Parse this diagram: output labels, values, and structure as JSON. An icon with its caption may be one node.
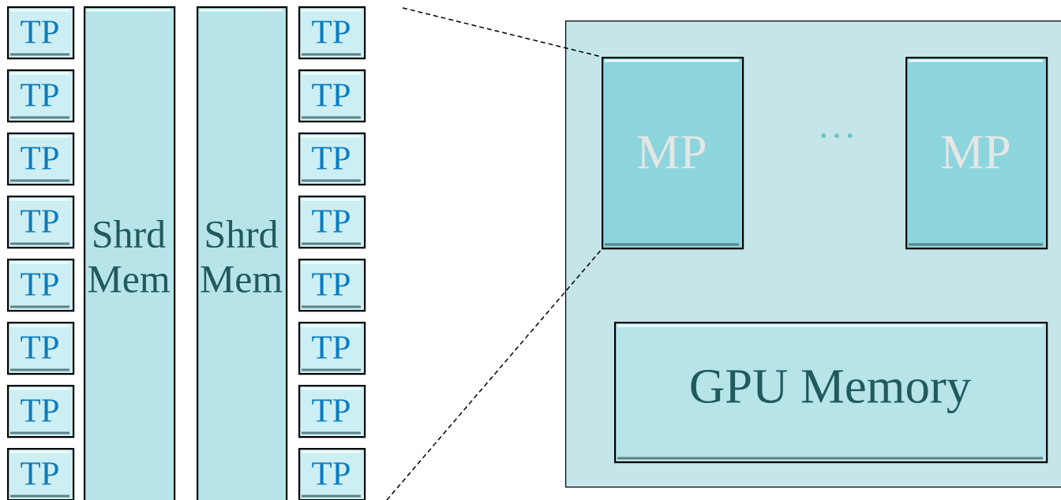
{
  "diagram": {
    "nodes": [
      {
        "text": [
          "TP"
        ]
      },
      {
        "text": [
          "TP"
        ]
      },
      {
        "text": [
          "TP"
        ]
      },
      {
        "text": [
          "TP"
        ]
      },
      {
        "text": [
          "TP"
        ]
      },
      {
        "text": [
          "TP"
        ]
      },
      {
        "text": [
          "TP"
        ]
      },
      {
        "text": [
          "TP"
        ]
      },
      {
        "text": [
          "Shrd Mem"
        ]
      },
      {
        "text": [
          "Shrd Mem"
        ]
      },
      {
        "text": [
          "TP"
        ]
      },
      {
        "text": [
          "TP"
        ]
      },
      {
        "text": [
          "TP"
        ]
      },
      {
        "text": [
          "TP"
        ]
      },
      {
        "text": [
          "TP"
        ]
      },
      {
        "text": [
          "TP"
        ]
      },
      {
        "text": [
          "TP"
        ]
      },
      {
        "text": [
          "TP"
        ]
      },
      {
        "text": [],
        "shape": "box"
      },
      {
        "text": [
          "MP"
        ],
        "in": 18
      },
      {
        "text": [
          "MP"
        ],
        "in": 18
      },
      {
        "text": [
          "GPU Memory"
        ],
        "in": 18
      }
    ],
    "edges": [
      {
        "from": null,
        "to": 19,
        "arrow": "none",
        "style": "dashed"
      },
      {
        "from": null,
        "to": 19,
        "arrow": "none",
        "style": "dashed"
      }
    ],
    "labels": [
      "…"
    ]
  }
}
